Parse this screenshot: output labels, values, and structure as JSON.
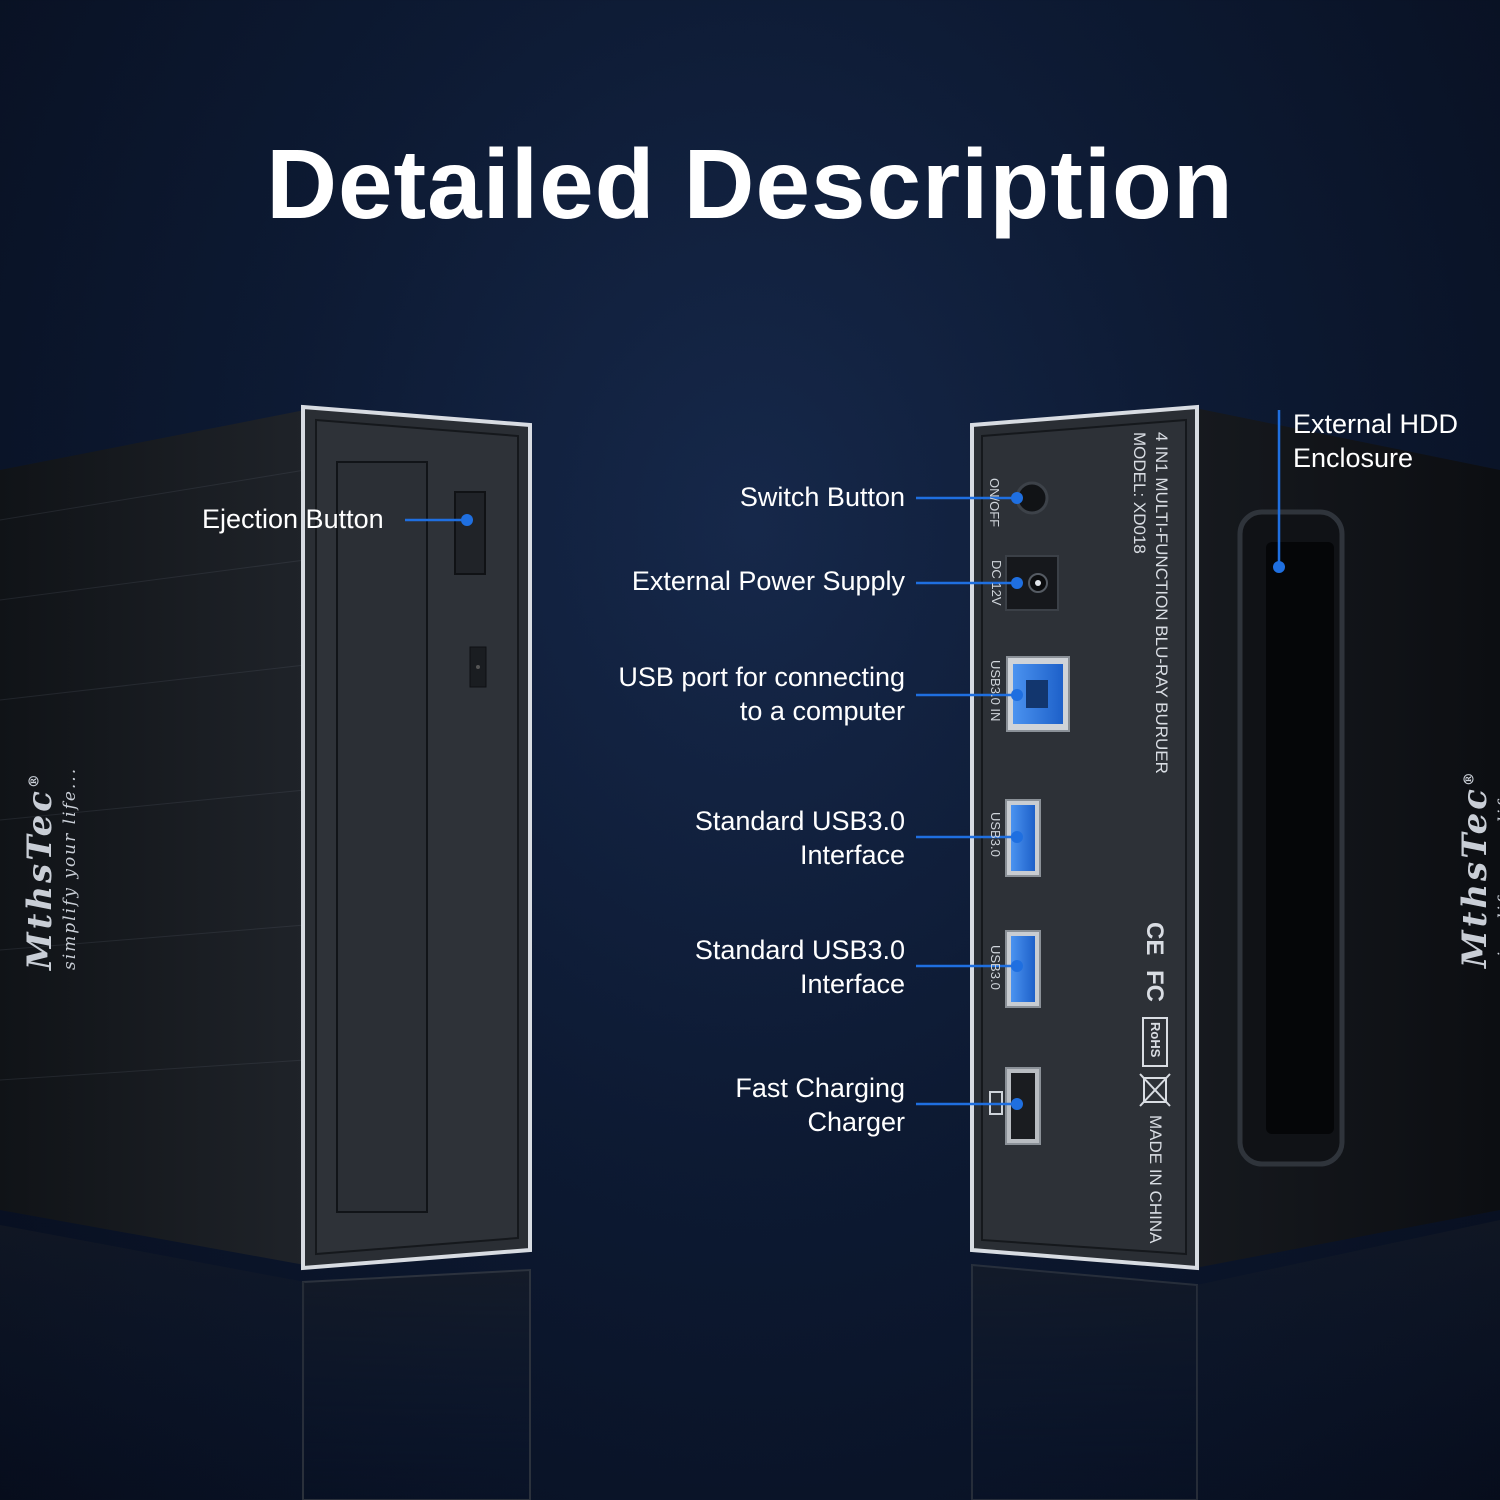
{
  "title": "Detailed Description",
  "callouts": {
    "ejection": "Ejection Button",
    "switch": "Switch Button",
    "power": "External Power Supply",
    "usb_in_line1": "USB port for connecting",
    "usb_in_line2": "to a computer",
    "usb1_line1": "Standard USB3.0",
    "usb1_line2": "Interface",
    "usb2_line1": "Standard USB3.0",
    "usb2_line2": "Interface",
    "charger_line1": "Fast Charging",
    "charger_line2": "Charger",
    "hdd_line1": "External HDD",
    "hdd_line2": "Enclosure"
  },
  "brand": {
    "name": "MthsTec",
    "registered": "®",
    "tagline": "simplify your life..."
  },
  "panel": {
    "product": "4 IN1 MULTI-FUNCTION BLU-RAY BURUER",
    "model": "MODEL: XD018",
    "origin": "MADE IN CHINA",
    "port_labels": {
      "onoff": "ON/OFF",
      "dc": "DC 12V",
      "usb_in": "USB3.0 IN",
      "usb1": "USB3.0",
      "usb2": "USB3.0"
    },
    "marks": {
      "ce": "CE",
      "fc": "FC",
      "rohs": "RoHS"
    }
  },
  "colors": {
    "accent": "#1f6fe0",
    "usb_blue": "#2f7ee8",
    "background": "#0d1a33"
  },
  "icons": [
    "ejection-button-icon",
    "power-switch-icon",
    "dc-jack-icon",
    "usb-b-port-icon",
    "usb-a-port-icon",
    "charging-icon",
    "weee-bin-icon"
  ]
}
